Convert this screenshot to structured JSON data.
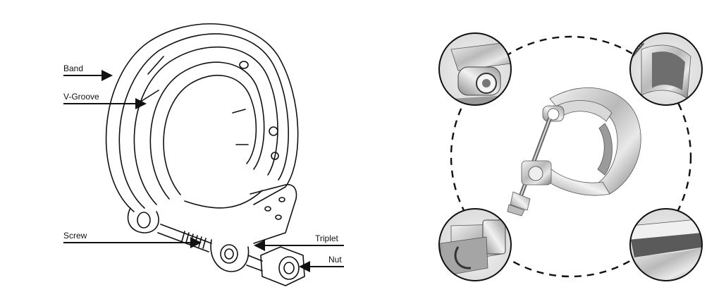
{
  "labels": {
    "band": "Band",
    "v_groove": "V-Groove",
    "screw": "Screw",
    "triplet": "Triplet",
    "nut": "Nut"
  },
  "colors": {
    "line": "#111111",
    "metal_light": "#e6e6e6",
    "metal_mid": "#b8b8b8",
    "metal_dark": "#6f6f6f",
    "dash": "#111111"
  }
}
